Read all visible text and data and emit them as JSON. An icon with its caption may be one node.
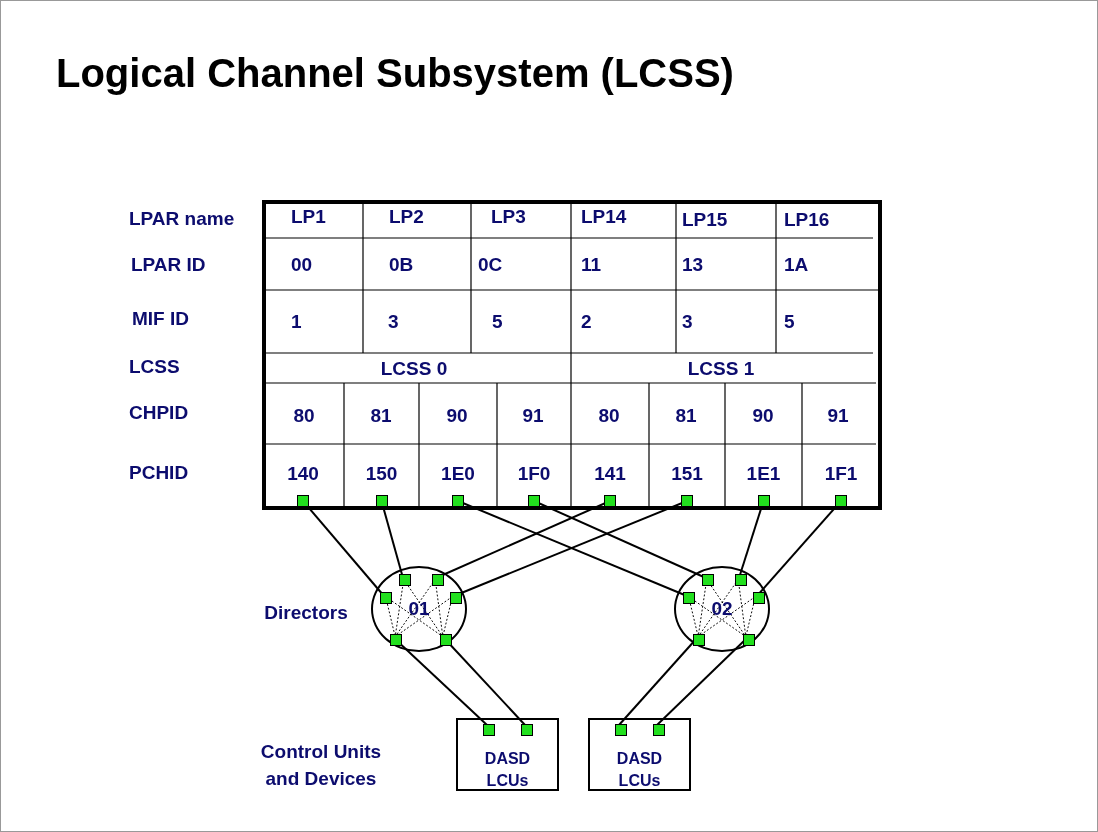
{
  "diagram": {
    "title": "Logical Channel Subsystem (LCSS)",
    "nodes": [
      {
        "text": [],
        "shape": "box"
      },
      {
        "text": [
          "140"
        ],
        "in": 0
      },
      {
        "text": [
          "150"
        ],
        "in": 0
      },
      {
        "text": [
          "1E0"
        ],
        "in": 0
      },
      {
        "text": [
          "1F0"
        ],
        "in": 0
      },
      {
        "text": [
          "141"
        ],
        "in": 0
      },
      {
        "text": [
          "151"
        ],
        "in": 0
      },
      {
        "text": [
          "1E1"
        ],
        "in": 0
      },
      {
        "text": [
          "1F1"
        ],
        "in": 0
      },
      {
        "text": [
          "01"
        ]
      },
      {
        "text": [
          "02"
        ]
      },
      {
        "text": [
          "DASD LCUs"
        ]
      },
      {
        "text": [
          "DASD LCUs"
        ]
      }
    ],
    "edges": [
      {
        "from": 1,
        "to": 9,
        "arrow": "none"
      },
      {
        "from": 2,
        "to": 9,
        "arrow": "none"
      },
      {
        "from": 3,
        "to": 10,
        "arrow": "none"
      },
      {
        "from": 4,
        "to": 10,
        "arrow": "none"
      },
      {
        "from": 5,
        "to": 9,
        "arrow": "none"
      },
      {
        "from": 6,
        "to": 9,
        "arrow": "none"
      },
      {
        "from": 7,
        "to": 10,
        "arrow": "none"
      },
      {
        "from": 8,
        "to": 10,
        "arrow": "none"
      },
      {
        "from": 9,
        "to": 11,
        "arrow": "none"
      },
      {
        "from": 9,
        "to": 11,
        "arrow": "none"
      },
      {
        "from": 10,
        "to": 12,
        "arrow": "none"
      },
      {
        "from": 10,
        "to": 12,
        "arrow": "none"
      }
    ],
    "labels": [
      "LPAR name",
      "LP1",
      "LP2",
      "LP3",
      "LP14",
      "LP15",
      "LP16",
      "LPAR ID",
      "00",
      "0B",
      "0C",
      "11",
      "13",
      "1A",
      "MIF ID",
      "1",
      "3",
      "5",
      "2",
      "3",
      "5",
      "LCSS",
      "LCSS 0",
      "LCSS 1",
      "CHPID",
      "80",
      "81",
      "90",
      "91",
      "80",
      "81",
      "90",
      "91",
      "PCHID",
      "Directors",
      "Control Units and Devices"
    ]
  }
}
